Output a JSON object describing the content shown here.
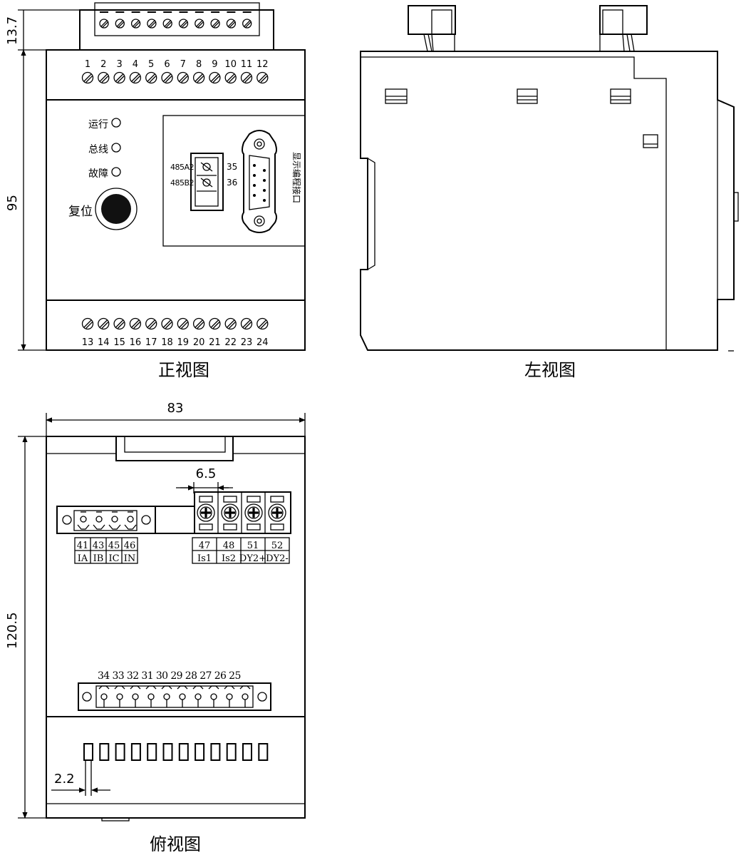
{
  "front_view": {
    "caption": "正视图",
    "top_terminal_numbers": [
      "1",
      "2",
      "3",
      "4",
      "5",
      "6",
      "7",
      "8",
      "9",
      "10",
      "11",
      "12"
    ],
    "bottom_terminal_numbers": [
      "13",
      "14",
      "15",
      "16",
      "17",
      "18",
      "19",
      "20",
      "21",
      "22",
      "23",
      "24"
    ],
    "indicators": [
      "运行",
      "总线",
      "故障"
    ],
    "reset_label": "复位",
    "rs485_labels": [
      "485A2",
      "485B2"
    ],
    "rs485_numbers": [
      "35",
      "36"
    ],
    "port_label": "显示编程接口",
    "dim_height": "95",
    "dim_top": "13.7"
  },
  "left_view": {
    "caption": "左视图"
  },
  "top_view": {
    "caption": "俯视图",
    "dim_width": "83",
    "dim_depth": "120.5",
    "dim_pitch": "6.5",
    "dim_slot": "2.2",
    "current_terminals": {
      "numbers": [
        "41",
        "43",
        "45",
        "46"
      ],
      "names": [
        "IA",
        "IB",
        "IC",
        "IN"
      ]
    },
    "screw_terminals": {
      "numbers": [
        "47",
        "48",
        "51",
        "52"
      ],
      "names": [
        "Is1",
        "Is2",
        "DY2+",
        "DY2-"
      ]
    },
    "bottom_connector_numbers": "34 33 32 31 30 29 28 27 26 25"
  }
}
